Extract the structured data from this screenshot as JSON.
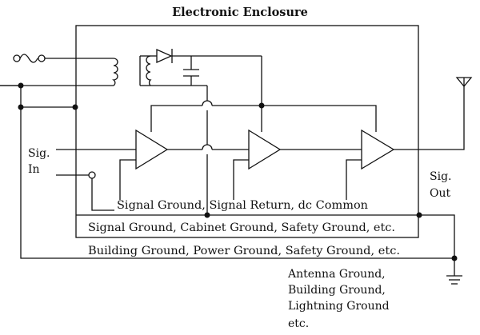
{
  "title": "Electronic Enclosure",
  "labels": {
    "sig_in_1": "Sig.",
    "sig_in_2": "In",
    "sig_out_1": "Sig.",
    "sig_out_2": "Out",
    "signal_ground": "Signal Ground, Signal Return, dc Common",
    "cabinet_ground": "Signal Ground, Cabinet Ground, Safety Ground, etc.",
    "building_ground": "Building Ground, Power Ground, Safety Ground, etc.",
    "antenna_1": "Antenna Ground,",
    "antenna_2": "Building Ground,",
    "antenna_3": "Lightning Ground",
    "antenna_4": "etc."
  }
}
